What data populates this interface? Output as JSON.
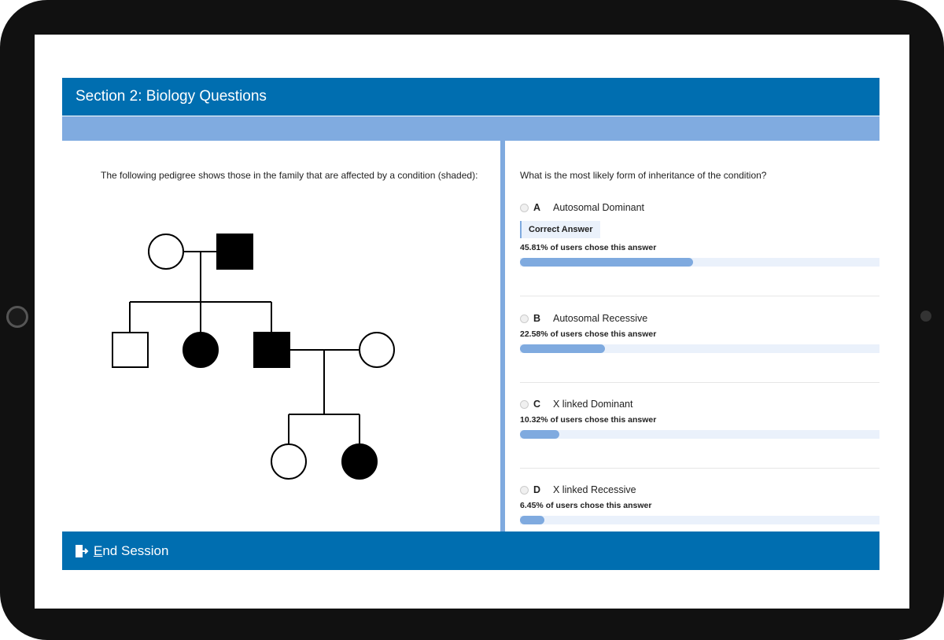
{
  "header": {
    "title": "Section 2: Biology Questions"
  },
  "left": {
    "intro": "The following pedigree shows those in the family that are affected by a condition (shaded):"
  },
  "right": {
    "question": "What is the most likely form of inheritance of the condition?",
    "correct_label": "Correct Answer",
    "options": [
      {
        "letter": "A",
        "label": "Autosomal Dominant",
        "stat": "45.81% of users chose this answer",
        "percent": 45.81,
        "correct": true
      },
      {
        "letter": "B",
        "label": "Autosomal Recessive",
        "stat": "22.58% of users chose this answer",
        "percent": 22.58
      },
      {
        "letter": "C",
        "label": "X linked Dominant",
        "stat": "10.32% of users chose this answer",
        "percent": 10.32
      },
      {
        "letter": "D",
        "label": "X linked Recessive",
        "stat": "6.45% of users chose this answer",
        "percent": 6.45
      }
    ]
  },
  "footer": {
    "end_first": "E",
    "end_rest": "nd Session"
  },
  "colors": {
    "primary": "#006eb0",
    "accent": "#7faadf"
  }
}
